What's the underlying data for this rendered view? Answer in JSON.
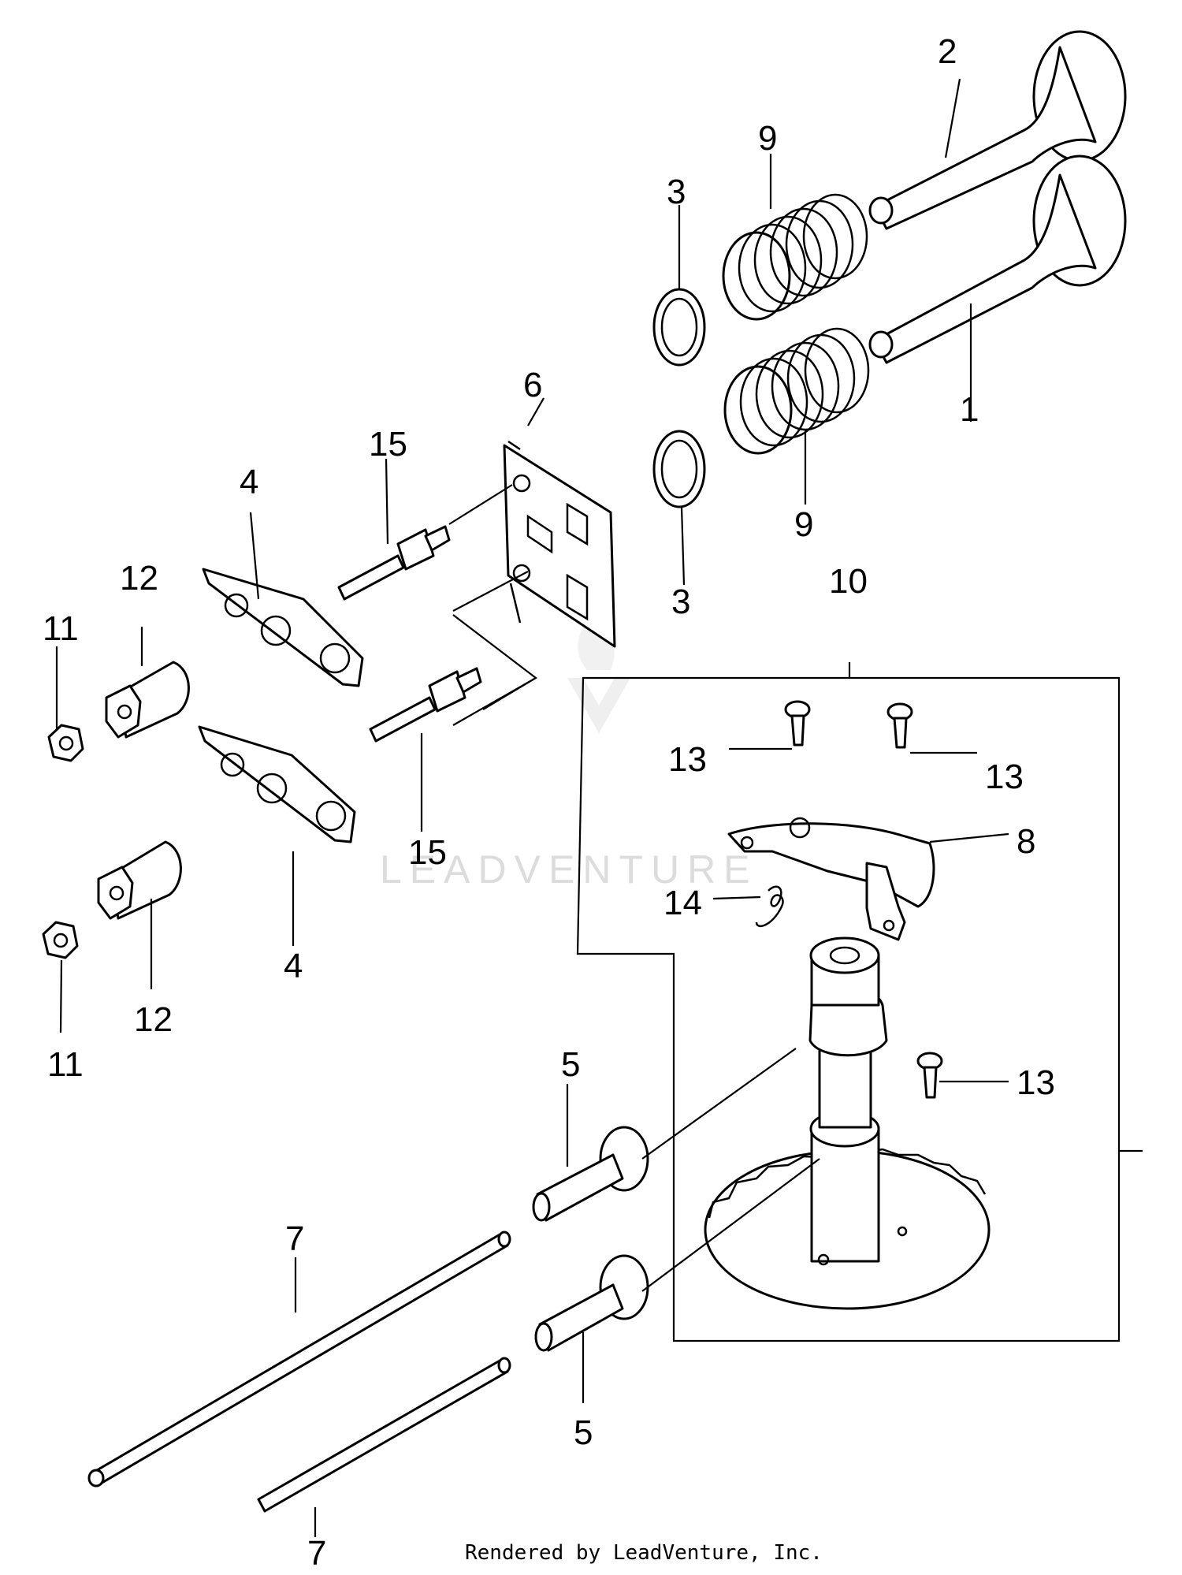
{
  "watermark": "LEADVENTURE",
  "footer": "Rendered by LeadVenture, Inc.",
  "callouts": {
    "c1": "1",
    "c2": "2",
    "c3a": "3",
    "c3b": "3",
    "c4a": "4",
    "c4b": "4",
    "c5a": "5",
    "c5b": "5",
    "c6": "6",
    "c7a": "7",
    "c7b": "7",
    "c8": "8",
    "c9a": "9",
    "c9b": "9",
    "c10": "10",
    "c11a": "11",
    "c11b": "11",
    "c12a": "12",
    "c12b": "12",
    "c13a": "13",
    "c13b": "13",
    "c13c": "13",
    "c14": "14",
    "c15a": "15",
    "c15b": "15"
  }
}
